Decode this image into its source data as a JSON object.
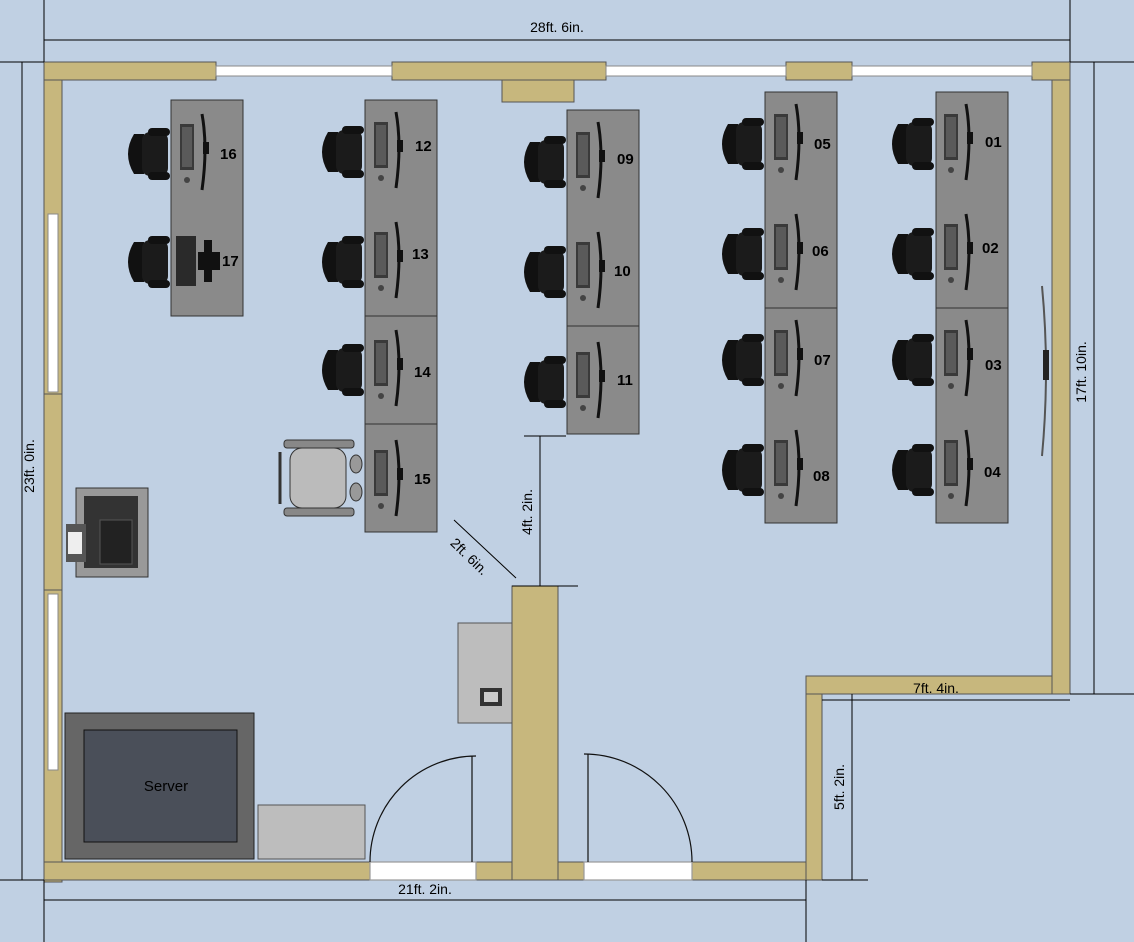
{
  "plan": {
    "dimensions": {
      "top_width": "28ft. 6in.",
      "bottom_width": "21ft. 2in.",
      "left_height": "23ft. 0in.",
      "right_height": "17ft. 10in.",
      "notch_width": "7ft. 4in.",
      "notch_height": "5ft. 2in.",
      "aisle": "4ft. 2in.",
      "diagonal": "2ft. 6in."
    },
    "server_label": "Server",
    "workstations": [
      "01",
      "02",
      "03",
      "04",
      "05",
      "06",
      "07",
      "08",
      "09",
      "10",
      "11",
      "12",
      "13",
      "14",
      "15",
      "16",
      "17"
    ]
  },
  "colors": {
    "background": "#c0d0e3",
    "wall": "#c7b77d",
    "desk": "#888888",
    "chair": "#222222",
    "floor": "#c0d0e3"
  }
}
